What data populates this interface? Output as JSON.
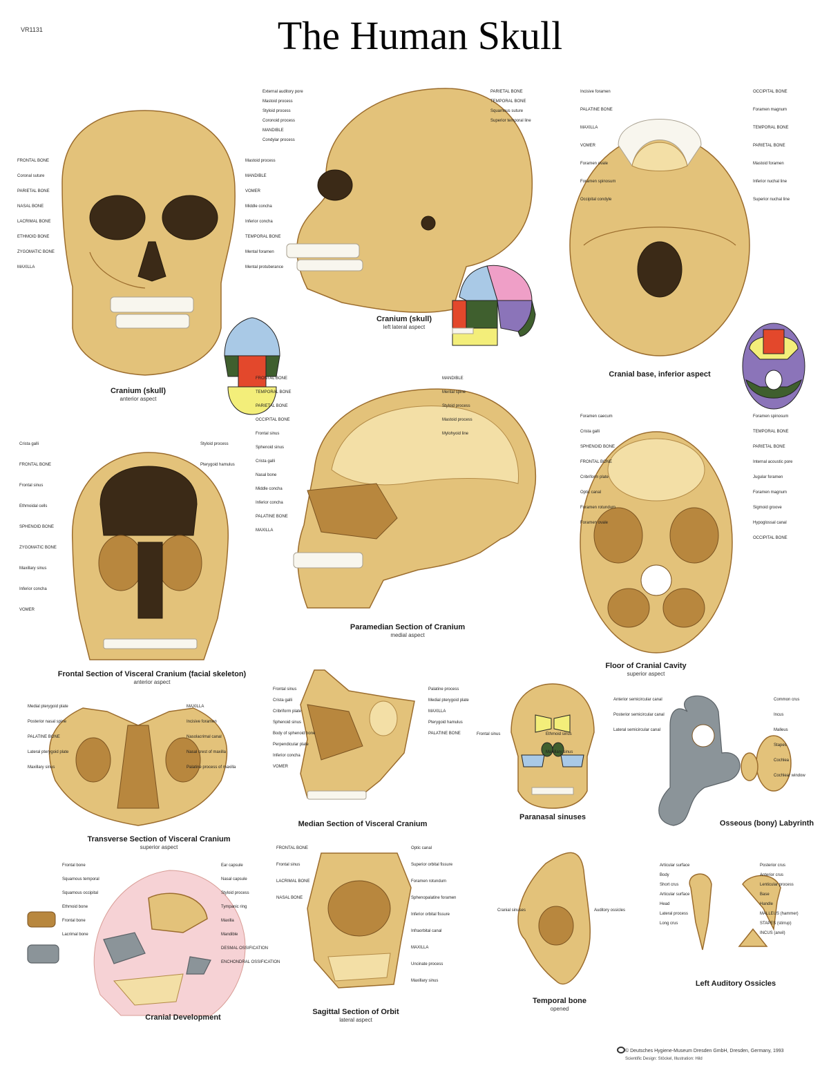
{
  "header": {
    "code": "VR1131",
    "title": "The Human Skull"
  },
  "colors": {
    "bone": "#e3c27a",
    "bone_dark": "#b8873e",
    "bone_light": "#f3dfa6",
    "teeth": "#f8f6ee",
    "cavity": "#3b2a17",
    "labyrinth": "#8b9499",
    "map_blue": "#a9c9e6",
    "map_pink": "#ef9fc7",
    "map_purple": "#8b74b9",
    "map_green": "#3f5f2e",
    "map_yellow": "#f3ee7a",
    "map_red": "#e3482c"
  },
  "figures": {
    "anterior": {
      "caption": "Cranium (skull)",
      "sub": "anterior aspect"
    },
    "lateral": {
      "caption": "Cranium (skull)",
      "sub": "left lateral aspect"
    },
    "base": {
      "caption": "Cranial base, inferior aspect",
      "sub": ""
    },
    "paramedian": {
      "caption": "Paramedian Section of Cranium",
      "sub": "medial aspect"
    },
    "frontal_section": {
      "caption": "Frontal Section of Visceral Cranium (facial skeleton)",
      "sub": "anterior aspect"
    },
    "floor": {
      "caption": "Floor of Cranial Cavity",
      "sub": "superior aspect"
    },
    "transverse": {
      "caption": "Transverse Section of Visceral Cranium",
      "sub": "superior aspect"
    },
    "median": {
      "caption": "Median Section of Visceral Cranium",
      "sub": ""
    },
    "sinuses": {
      "caption": "Paranasal sinuses",
      "sub": ""
    },
    "labyrinth": {
      "caption": "Osseous (bony) Labyrinth",
      "sub": ""
    },
    "development": {
      "caption": "Cranial Development",
      "sub": ""
    },
    "orbit": {
      "caption": "Sagittal Section of Orbit",
      "sub": "lateral aspect"
    },
    "temporal": {
      "caption": "Temporal bone",
      "sub": "opened"
    },
    "ossicles": {
      "caption": "Left Auditory Ossicles",
      "sub": ""
    }
  },
  "labels": {
    "anterior": [
      "FRONTAL BONE",
      "Coronal suture",
      "PARIETAL BONE",
      "NASAL BONE",
      "LACRIMAL BONE",
      "ETHMOID BONE",
      "ZYGOMATIC BONE",
      "MAXILLA",
      "Mastoid process",
      "MANDIBLE",
      "VOMER",
      "Middle concha",
      "Inferior concha",
      "TEMPORAL BONE",
      "Mental foramen",
      "Mental protuberance"
    ],
    "lateral": [
      "PARIETAL BONE",
      "TEMPORAL BONE",
      "Squamous suture",
      "Superior temporal line",
      "External auditory pore",
      "Mastoid process",
      "Styloid process",
      "Coronoid process",
      "MANDIBLE",
      "Condylar process"
    ],
    "base": [
      "Incisive foramen",
      "PALATINE BONE",
      "MAXILLA",
      "VOMER",
      "Foramen ovale",
      "Foramen spinosum",
      "Occipital condyle",
      "OCCIPITAL BONE",
      "Foramen magnum",
      "TEMPORAL BONE",
      "PARIETAL BONE",
      "Mastoid foramen",
      "Inferior nuchal line",
      "Superior nuchal line"
    ],
    "paramedian": [
      "FRONTAL BONE",
      "TEMPORAL BONE",
      "PARIETAL BONE",
      "OCCIPITAL BONE",
      "Frontal sinus",
      "Sphenoid sinus",
      "Crista galli",
      "Nasal bone",
      "Middle concha",
      "Inferior concha",
      "PALATINE BONE",
      "MAXILLA",
      "MANDIBLE",
      "Mental spine",
      "Styloid process",
      "Mastoid process",
      "Mylohyoid line"
    ],
    "frontal_section": [
      "Crista galli",
      "FRONTAL BONE",
      "Frontal sinus",
      "Ethmoidal cells",
      "SPHENOID BONE",
      "ZYGOMATIC BONE",
      "Maxillary sinus",
      "Inferior concha",
      "VOMER",
      "Styloid process",
      "Pterygoid hamulus"
    ],
    "floor": [
      "Foramen caecum",
      "Crista galli",
      "SPHENOID BONE",
      "FRONTAL BONE",
      "Cribriform plate",
      "Optic canal",
      "Foramen rotundum",
      "Foramen ovale",
      "Foramen spinosum",
      "TEMPORAL BONE",
      "PARIETAL BONE",
      "Internal acoustic pore",
      "Jugular foramen",
      "Foramen magnum",
      "Sigmoid groove",
      "Hypoglossal canal",
      "OCCIPITAL BONE"
    ],
    "transverse": [
      "Medial pterygoid plate",
      "Posterior nasal spine",
      "PALATINE BONE",
      "Lateral pterygoid plate",
      "Maxillary sinus",
      "MAXILLA",
      "Incisive foramen",
      "Nasolacrimal canal",
      "Nasal crest of maxilla",
      "Palatine process of maxilla"
    ],
    "median": [
      "Frontal sinus",
      "Crista galli",
      "Cribriform plate",
      "Sphenoid sinus",
      "Body of sphenoid bone",
      "Perpendicular plate",
      "Inferior concha",
      "VOMER",
      "Palatine process",
      "Medial pterygoid plate",
      "MAXILLA",
      "Pterygoid hamulus",
      "PALATINE BONE"
    ],
    "sinuses": [
      "Frontal sinus",
      "Ethmoid sinus",
      "Maxillary sinus"
    ],
    "labyrinth": [
      "Anterior semicircular canal",
      "Posterior semicircular canal",
      "Lateral semicircular canal",
      "Common crus",
      "Incus",
      "Malleus",
      "Stapes",
      "Cochlea",
      "Cochlear window"
    ],
    "development": [
      "Frontal bone",
      "Squamous temporal",
      "Squamous occipital",
      "Ethmoid bone",
      "Frontal bone",
      "Lacrimal bone",
      "Ear capsule",
      "Nasal capsule",
      "Styloid process",
      "Tympanic ring",
      "Maxilla",
      "Mandible",
      "DESMAL OSSIFICATION",
      "ENCHONDRAL OSSIFICATION"
    ],
    "orbit": [
      "FRONTAL BONE",
      "Frontal sinus",
      "LACRIMAL BONE",
      "NASAL BONE",
      "Optic canal",
      "Superior orbital fissure",
      "Foramen rotundum",
      "Sphenopalatine foramen",
      "Inferior orbital fissure",
      "Infraorbital canal",
      "MAXILLA",
      "Uncinate process",
      "Maxillary sinus"
    ],
    "temporal": [
      "Cranial sinuses",
      "Auditory ossicles"
    ],
    "ossicles": [
      "Articular surface",
      "Body",
      "Short crus",
      "Articular surface",
      "Head",
      "Lateral process",
      "Long crus",
      "Posterior crus",
      "Anterior crus",
      "Lenticular process",
      "Base",
      "Handle",
      "MALLEUS (hammer)",
      "STAPES (stirrup)",
      "INCUS (anvil)"
    ]
  },
  "footer": {
    "copyright": "© Deutsches Hygiene-Museum Dresden GmbH, Dresden, Germany, 1993",
    "credits": "Scientific Design: Stöckel, Illustration: Hild"
  }
}
